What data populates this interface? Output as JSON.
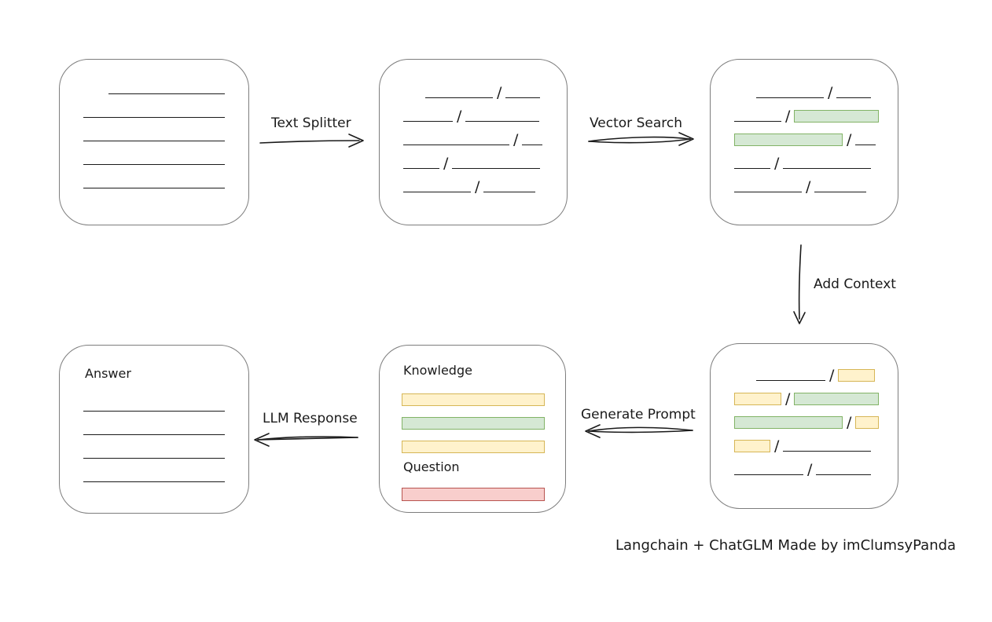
{
  "caption": "Langchain + ChatGLM Made by imClumsyPanda",
  "separator": "/",
  "colors": {
    "ink": "#1a1a1a",
    "box_border": "#7d7d7d",
    "green_fill": "#d5e8d4",
    "green_stroke": "#82b366",
    "yellow_fill": "#fff2cc",
    "yellow_stroke": "#d6b656",
    "red_fill": "#f8cecc",
    "red_stroke": "#b85450"
  },
  "arrows": {
    "text_splitter": {
      "label": "Text Splitter"
    },
    "vector_search": {
      "label": "Vector Search"
    },
    "add_context": {
      "label": "Add Context"
    },
    "generate_prompt": {
      "label": "Generate Prompt"
    },
    "llm_response": {
      "label": "LLM Response"
    }
  },
  "boxes": {
    "document": {
      "blocks": [
        {
          "indent": 32,
          "segments": [
            {
              "kind": "line",
              "w": 148
            }
          ]
        },
        {
          "segments": [
            {
              "kind": "line",
              "w": 180
            }
          ]
        },
        {
          "segments": [
            {
              "kind": "line",
              "w": 180
            }
          ]
        },
        {
          "segments": [
            {
              "kind": "line",
              "w": 180
            }
          ]
        },
        {
          "segments": [
            {
              "kind": "line",
              "w": 180
            }
          ]
        }
      ]
    },
    "split": {
      "blocks": [
        {
          "indent": 28,
          "segments": [
            {
              "kind": "line",
              "w": 86
            },
            {
              "kind": "line",
              "w": 44
            }
          ]
        },
        {
          "segments": [
            {
              "kind": "line",
              "w": 63
            },
            {
              "kind": "line",
              "w": 94
            }
          ]
        },
        {
          "segments": [
            {
              "kind": "line",
              "w": 135
            },
            {
              "kind": "line",
              "w": 26
            }
          ]
        },
        {
          "segments": [
            {
              "kind": "line",
              "w": 46
            },
            {
              "kind": "line",
              "w": 112
            }
          ]
        },
        {
          "segments": [
            {
              "kind": "line",
              "w": 86
            },
            {
              "kind": "line",
              "w": 66
            }
          ]
        }
      ]
    },
    "retrieved": {
      "blocks": [
        {
          "indent": 28,
          "segments": [
            {
              "kind": "line",
              "w": 86
            },
            {
              "kind": "line",
              "w": 44
            }
          ]
        },
        {
          "segments": [
            {
              "kind": "line",
              "w": 60
            },
            {
              "kind": "green",
              "w": 108
            }
          ]
        },
        {
          "segments": [
            {
              "kind": "green",
              "w": 138
            },
            {
              "kind": "line",
              "w": 26
            }
          ]
        },
        {
          "segments": [
            {
              "kind": "line",
              "w": 46
            },
            {
              "kind": "line",
              "w": 112
            }
          ]
        },
        {
          "segments": [
            {
              "kind": "line",
              "w": 86
            },
            {
              "kind": "line",
              "w": 66
            }
          ]
        }
      ]
    },
    "context": {
      "blocks": [
        {
          "indent": 28,
          "segments": [
            {
              "kind": "line",
              "w": 88
            },
            {
              "kind": "yellow",
              "w": 47
            }
          ]
        },
        {
          "segments": [
            {
              "kind": "yellow",
              "w": 60
            },
            {
              "kind": "green",
              "w": 108
            }
          ]
        },
        {
          "segments": [
            {
              "kind": "green",
              "w": 138
            },
            {
              "kind": "yellow",
              "w": 30
            }
          ]
        },
        {
          "segments": [
            {
              "kind": "yellow",
              "w": 46
            },
            {
              "kind": "line",
              "w": 112
            }
          ]
        },
        {
          "segments": [
            {
              "kind": "line",
              "w": 88
            },
            {
              "kind": "line",
              "w": 70
            }
          ]
        }
      ]
    },
    "prompt": {
      "blocks": [
        {
          "label": "Knowledge"
        },
        {
          "segments": [
            {
              "kind": "yellow",
              "w": 182
            }
          ]
        },
        {
          "segments": [
            {
              "kind": "green",
              "w": 182
            }
          ]
        },
        {
          "segments": [
            {
              "kind": "yellow",
              "w": 182
            }
          ]
        },
        {
          "label": "Question",
          "mt": 8
        },
        {
          "segments": [
            {
              "kind": "red",
              "w": 182
            }
          ],
          "h": 28
        }
      ]
    },
    "answer": {
      "blocks": [
        {
          "label": "Answer"
        },
        {
          "segments": [
            {
              "kind": "line",
              "w": 180
            }
          ],
          "h": 34
        },
        {
          "segments": [
            {
              "kind": "line",
              "w": 180
            }
          ]
        },
        {
          "segments": [
            {
              "kind": "line",
              "w": 180
            }
          ]
        },
        {
          "segments": [
            {
              "kind": "line",
              "w": 180
            }
          ]
        }
      ]
    }
  }
}
